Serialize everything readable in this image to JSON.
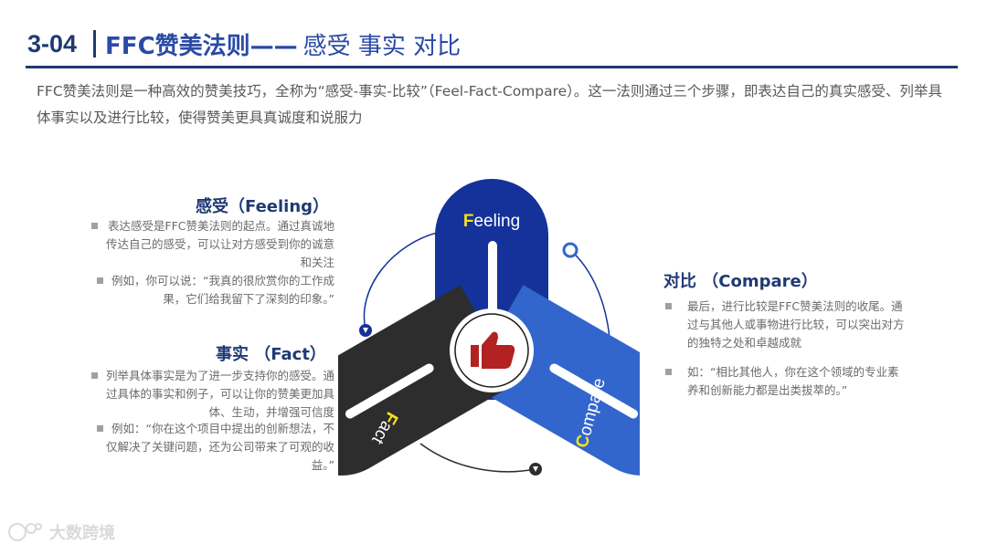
{
  "header": {
    "number": "3-04",
    "title_main": "FFC赞美法则——",
    "title_sub": "感受 事实 对比"
  },
  "intro": "FFC赞美法则是一种高效的赞美技巧，全称为“感受-事实-比较”（Feel-Fact-Compare）。这一法则通过三个步骤，即表达自己的真实感受、列举具体事实以及进行比较，使得赞美更具真诚度和说服力",
  "feeling": {
    "title": "感受（Feeling）",
    "b1": "表达感受是FFC赞美法则的起点。通过真诚地传达自己的感受，可以让对方感受到你的诚意和关注",
    "b2": "例如，你可以说：“我真的很欣赏你的工作成果，它们给我留下了深刻的印象。”"
  },
  "fact": {
    "title": "事实 （Fact）",
    "b1": "列举具体事实是为了进一步支持你的感受。通过具体的事实和例子，可以让你的赞美更加具体、生动，并增强可信度",
    "b2": "例如：“你在这个项目中提出的创新想法，不仅解决了关键问题，还为公司带来了可观的收益。”"
  },
  "compare": {
    "title": "对比 （Compare）",
    "b1": "最后，进行比较是FFC赞美法则的收尾。通过与其他人或事物进行比较，可以突出对方的独特之处和卓越成就",
    "b2": "如：“相比其他人，你在这个领域的专业素养和创新能力都是出类拔萃的。”"
  },
  "diagram": {
    "feeling_first": "F",
    "feeling_rest": "eeling",
    "fact_first": "F",
    "fact_rest": "act",
    "compare_first": "C",
    "compare_rest": "ompare"
  },
  "logo": {
    "text": "大数跨境"
  },
  "colors": {
    "feeling": "#14329a",
    "fact": "#2d2d2d",
    "compare": "#3366cc",
    "accent": "#f5e11a",
    "thumb": "#b22222"
  }
}
